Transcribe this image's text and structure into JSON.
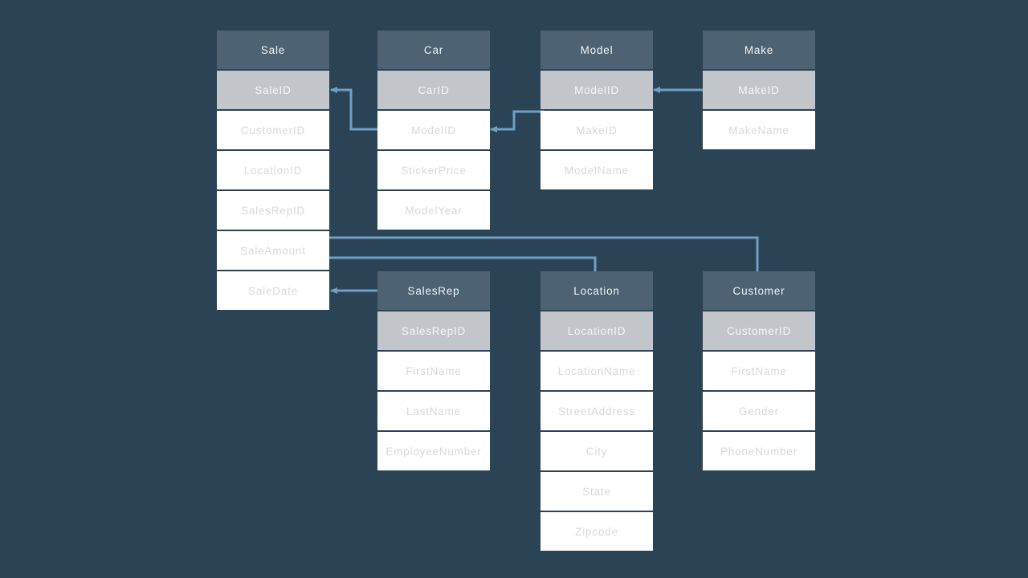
{
  "colors": {
    "background": "#2a4355",
    "table_header_bg": "#4d6272",
    "table_header_text": "#eff4f6",
    "pk_row_bg": "#c2c6ca",
    "pk_row_text": "#f4f6f7",
    "row_bg": "#ffffff",
    "row_text": "#d7dadb",
    "connector": "#6fa0c3"
  },
  "tables": [
    {
      "id": "sale",
      "title": "Sale",
      "fields": [
        {
          "name": "SaleID",
          "pk": true
        },
        {
          "name": "CustomerID",
          "pk": false
        },
        {
          "name": "LocationID",
          "pk": false
        },
        {
          "name": "SalesRepID",
          "pk": false
        },
        {
          "name": "SaleAmount",
          "pk": false
        },
        {
          "name": "SaleDate",
          "pk": false
        }
      ]
    },
    {
      "id": "car",
      "title": "Car",
      "fields": [
        {
          "name": "CarID",
          "pk": true
        },
        {
          "name": "ModelID",
          "pk": false
        },
        {
          "name": "StickerPrice",
          "pk": false
        },
        {
          "name": "ModelYear",
          "pk": false
        }
      ]
    },
    {
      "id": "model",
      "title": "Model",
      "fields": [
        {
          "name": "ModelID",
          "pk": true
        },
        {
          "name": "MakeID",
          "pk": false
        },
        {
          "name": "ModelName",
          "pk": false
        }
      ]
    },
    {
      "id": "make",
      "title": "Make",
      "fields": [
        {
          "name": "MakeID",
          "pk": true
        },
        {
          "name": "MakeName",
          "pk": false
        }
      ]
    },
    {
      "id": "salesrep",
      "title": "SalesRep",
      "fields": [
        {
          "name": "SalesRepID",
          "pk": true
        },
        {
          "name": "FirstName",
          "pk": false
        },
        {
          "name": "LastName",
          "pk": false
        },
        {
          "name": "EmployeeNumber",
          "pk": false
        }
      ]
    },
    {
      "id": "location",
      "title": "Location",
      "fields": [
        {
          "name": "LocationID",
          "pk": true
        },
        {
          "name": "LocationName",
          "pk": false
        },
        {
          "name": "StreetAddress",
          "pk": false
        },
        {
          "name": "City",
          "pk": false
        },
        {
          "name": "State",
          "pk": false
        },
        {
          "name": "Zipcode",
          "pk": false
        }
      ]
    },
    {
      "id": "customer",
      "title": "Customer",
      "fields": [
        {
          "name": "CustomerID",
          "pk": true
        },
        {
          "name": "FirstName",
          "pk": false
        },
        {
          "name": "Gender",
          "pk": false
        },
        {
          "name": "PhoneNumber",
          "pk": false
        }
      ]
    }
  ],
  "relationships": [
    {
      "id": "sale-car",
      "from": "Sale.SaleID",
      "to": "Car.ModelID",
      "arrow_at": "Sale.SaleID"
    },
    {
      "id": "model-car",
      "from": "Model.ModelID",
      "to": "Car.ModelID",
      "arrow_at": "Car.ModelID"
    },
    {
      "id": "make-model",
      "from": "Make.MakeID",
      "to": "Model.ModelID",
      "arrow_at": "Model.ModelID"
    },
    {
      "id": "sale-customer",
      "from": "Sale",
      "to": "Customer",
      "arrow_at": ""
    },
    {
      "id": "sale-location",
      "from": "Sale",
      "to": "Location",
      "arrow_at": ""
    },
    {
      "id": "sale-salesrep",
      "from": "Sale.SaleDate",
      "to": "SalesRep",
      "arrow_at": "Sale.SaleDate"
    }
  ]
}
